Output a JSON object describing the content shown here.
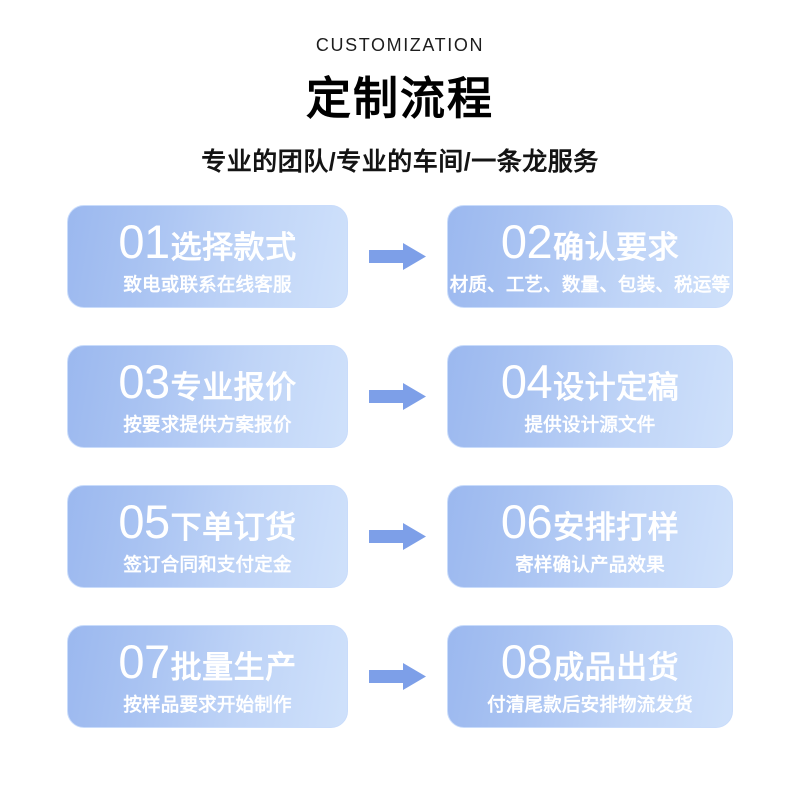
{
  "header": {
    "eyebrow": "CUSTOMIZATION",
    "title": "定制流程",
    "subtitle": "专业的团队/专业的车间/一条龙服务"
  },
  "theme": {
    "page_background": "#ffffff",
    "card_gradient_start": "#9bb8ef",
    "card_gradient_end": "#cfe1fb",
    "card_border": "#c9dcfb",
    "card_text": "#ffffff",
    "arrow_color": "#7d9fe8",
    "heading_text": "#000000"
  },
  "rows": [
    {
      "arrow_icon": "arrow-right-icon",
      "left": {
        "number": "01",
        "title": "选择款式",
        "desc": "致电或联系在线客服"
      },
      "right": {
        "number": "02",
        "title": "确认要求",
        "desc": "材质、工艺、数量、包装、税运等"
      }
    },
    {
      "arrow_icon": "arrow-right-icon",
      "left": {
        "number": "03",
        "title": "专业报价",
        "desc": "按要求提供方案报价"
      },
      "right": {
        "number": "04",
        "title": "设计定稿",
        "desc": "提供设计源文件"
      }
    },
    {
      "arrow_icon": "arrow-right-icon",
      "left": {
        "number": "05",
        "title": "下单订货",
        "desc": "签订合同和支付定金"
      },
      "right": {
        "number": "06",
        "title": "安排打样",
        "desc": "寄样确认产品效果"
      }
    },
    {
      "arrow_icon": "arrow-right-icon",
      "left": {
        "number": "07",
        "title": "批量生产",
        "desc": "按样品要求开始制作"
      },
      "right": {
        "number": "08",
        "title": "成品出货",
        "desc": "付清尾款后安排物流发货"
      }
    }
  ]
}
